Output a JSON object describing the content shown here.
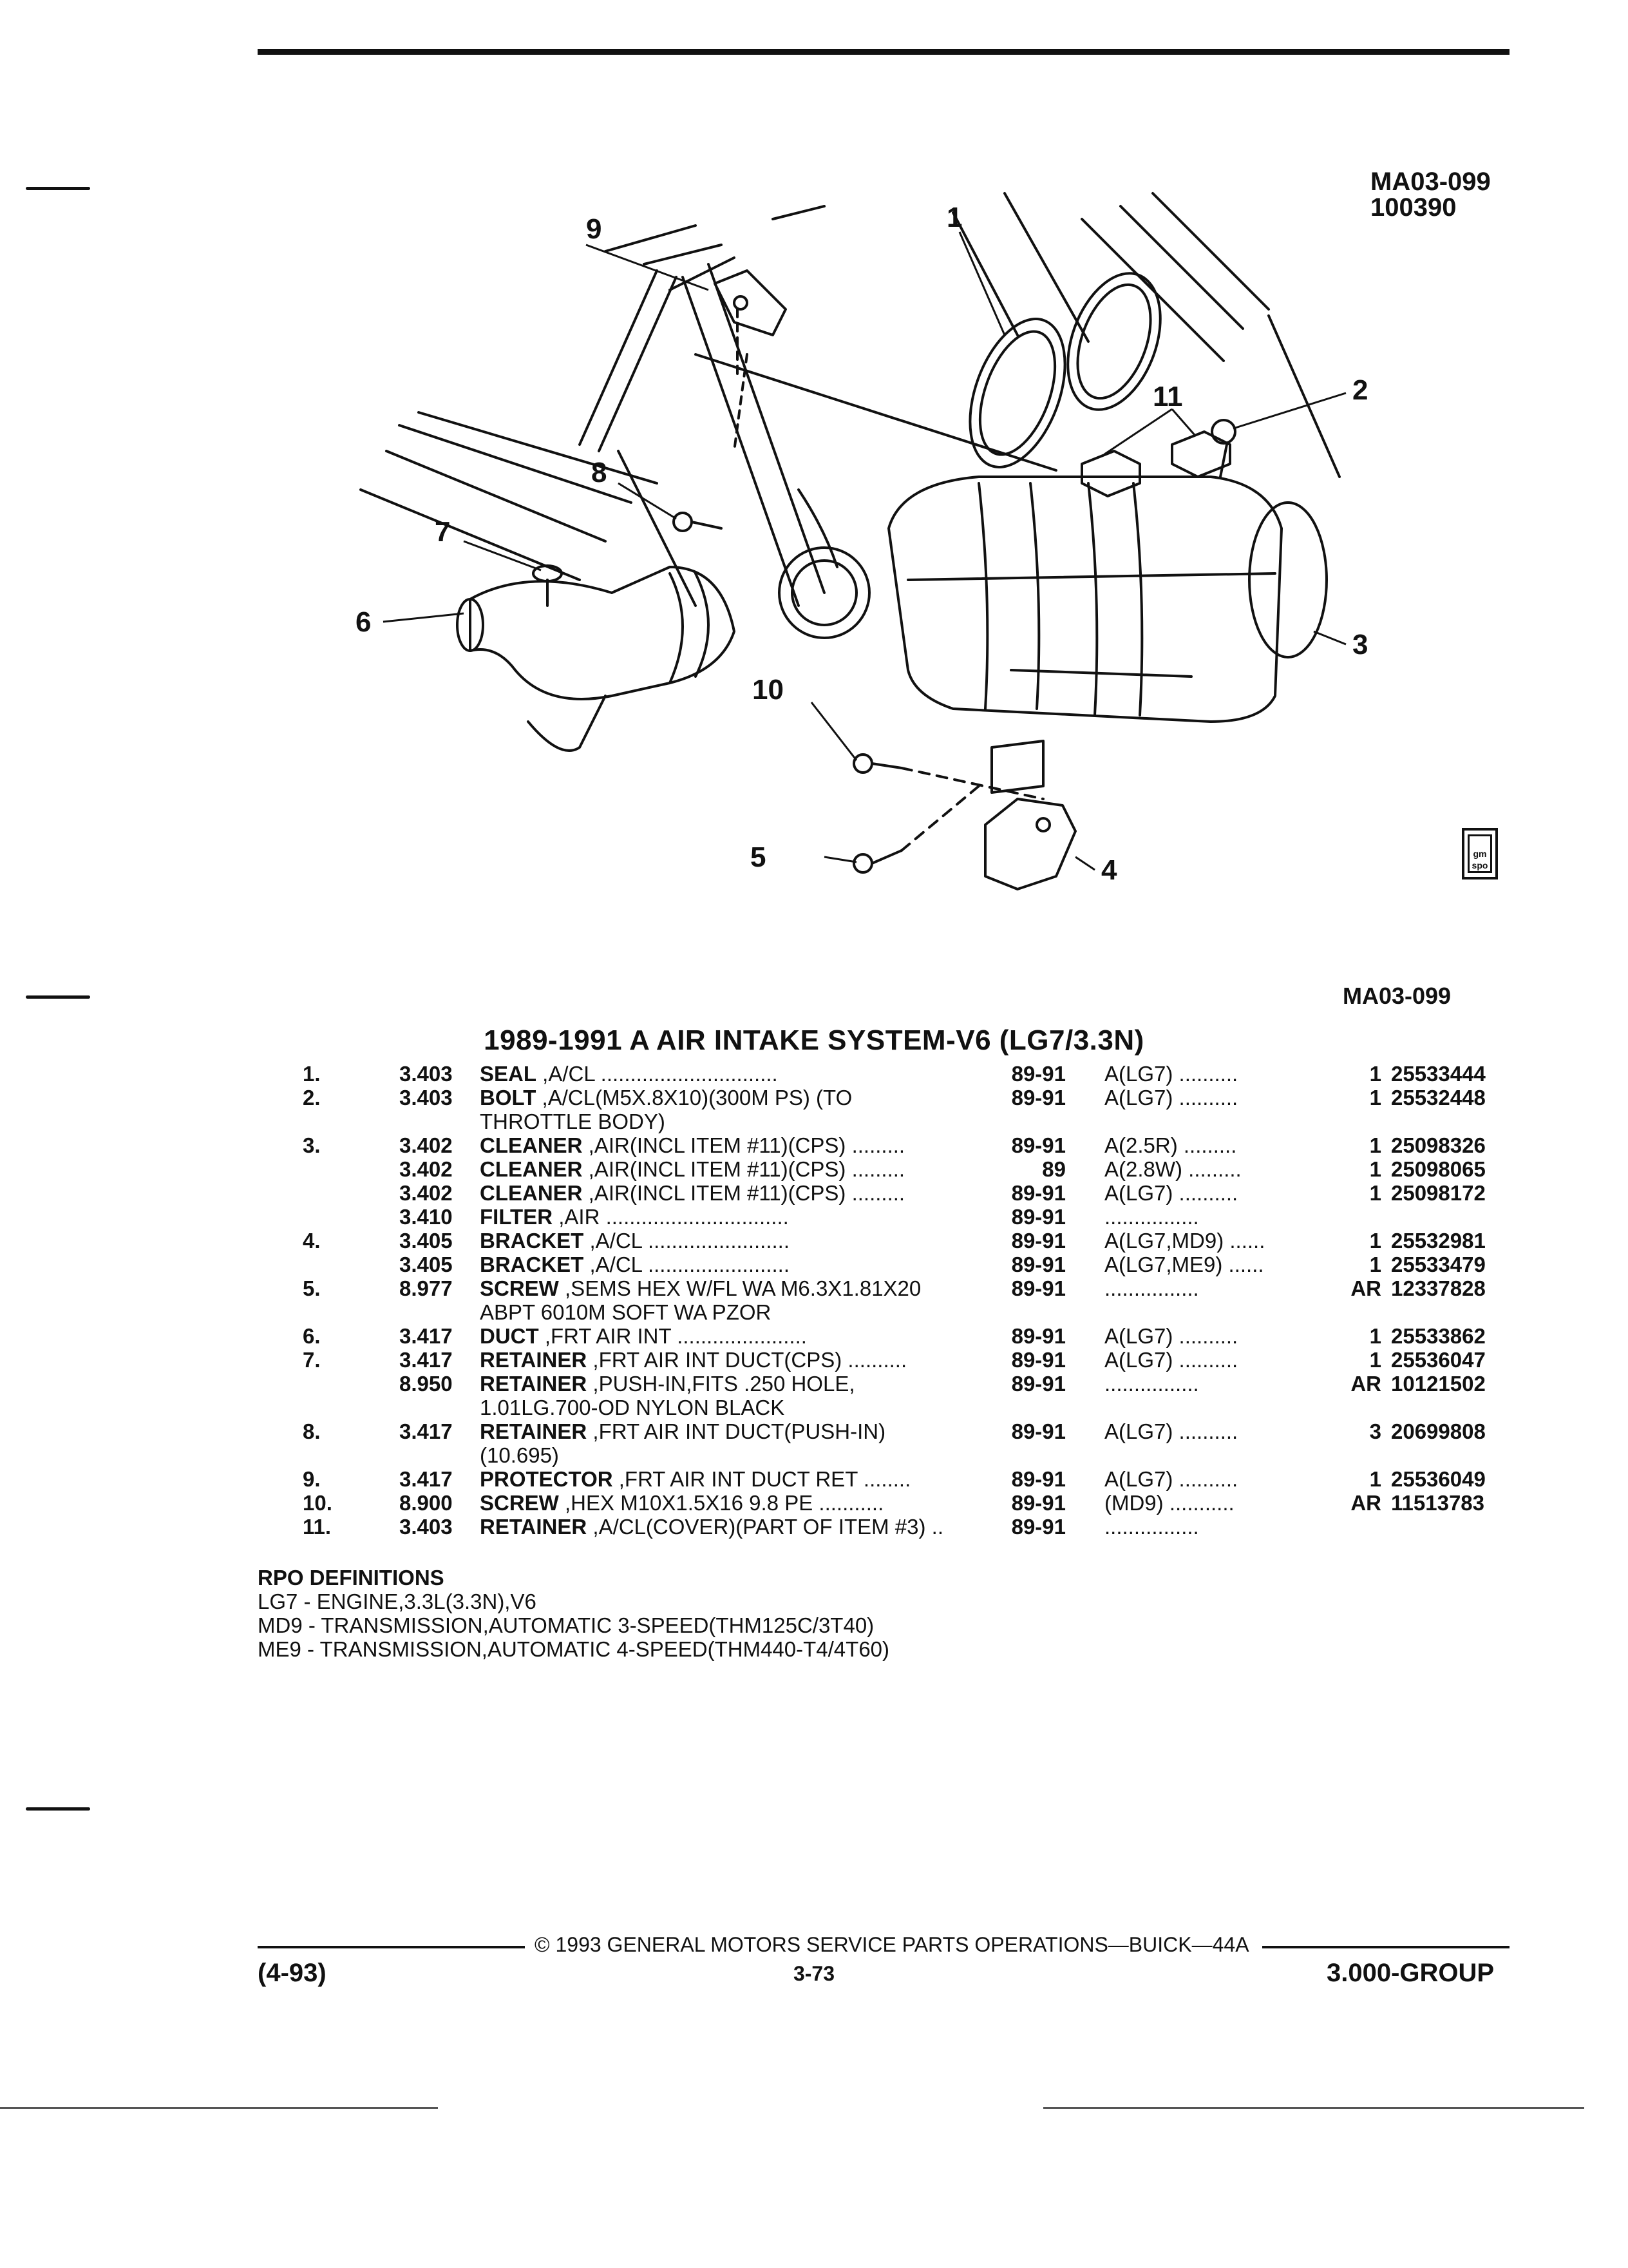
{
  "figure": {
    "id": "MA03-099",
    "date_code": "100390",
    "caption": "MA03-099",
    "callouts": [
      "1",
      "2",
      "3",
      "4",
      "5",
      "6",
      "7",
      "8",
      "9",
      "10",
      "11"
    ],
    "logo_text": "gm spo"
  },
  "title": "1989-1991 A AIR INTAKE SYSTEM-V6 (LG7/3.3N)",
  "parts": [
    {
      "item": "1.",
      "group": "3.403",
      "name": "SEAL",
      "desc": " ,A/CL ..............................",
      "years": "89-91",
      "usage": "A(LG7) ..........",
      "qty": "1",
      "part": "25533444"
    },
    {
      "item": "2.",
      "group": "3.403",
      "name": "BOLT",
      "desc": " ,A/CL(M5X.8X10)(300M PS) (TO",
      "years": "89-91",
      "usage": "A(LG7) ..........",
      "qty": "1",
      "part": "25532448"
    },
    {
      "item": "",
      "group": "",
      "name": "",
      "desc": "THROTTLE BODY)",
      "years": "",
      "usage": "",
      "qty": "",
      "part": ""
    },
    {
      "item": "3.",
      "group": "3.402",
      "name": "CLEANER",
      "desc": " ,AIR(INCL ITEM #11)(CPS) .........",
      "years": "89-91",
      "usage": "A(2.5R) .........",
      "qty": "1",
      "part": "25098326"
    },
    {
      "item": "",
      "group": "3.402",
      "name": "CLEANER",
      "desc": " ,AIR(INCL ITEM #11)(CPS) .........",
      "years": "89",
      "usage": "A(2.8W) .........",
      "qty": "1",
      "part": "25098065"
    },
    {
      "item": "",
      "group": "3.402",
      "name": "CLEANER",
      "desc": " ,AIR(INCL ITEM #11)(CPS) .........",
      "years": "89-91",
      "usage": "A(LG7) ..........",
      "qty": "1",
      "part": "25098172"
    },
    {
      "item": "",
      "group": "3.410",
      "name": "FILTER",
      "desc": " ,AIR ...............................",
      "years": "89-91",
      "usage": "................",
      "qty": "",
      "part": ""
    },
    {
      "item": "4.",
      "group": "3.405",
      "name": "BRACKET",
      "desc": " ,A/CL ........................",
      "years": "89-91",
      "usage": "A(LG7,MD9) ......",
      "qty": "1",
      "part": "25532981"
    },
    {
      "item": "",
      "group": "3.405",
      "name": "BRACKET",
      "desc": " ,A/CL ........................",
      "years": "89-91",
      "usage": "A(LG7,ME9) ......",
      "qty": "1",
      "part": "25533479"
    },
    {
      "item": "5.",
      "group": "8.977",
      "name": "SCREW",
      "desc": " ,SEMS HEX W/FL WA M6.3X1.81X20",
      "years": "89-91",
      "usage": "................",
      "qty": "AR",
      "part": "12337828"
    },
    {
      "item": "",
      "group": "",
      "name": "",
      "desc": "ABPT 6010M SOFT WA PZOR",
      "years": "",
      "usage": "",
      "qty": "",
      "part": ""
    },
    {
      "item": "6.",
      "group": "3.417",
      "name": "DUCT",
      "desc": " ,FRT AIR INT ......................",
      "years": "89-91",
      "usage": "A(LG7) ..........",
      "qty": "1",
      "part": "25533862"
    },
    {
      "item": "7.",
      "group": "3.417",
      "name": "RETAINER",
      "desc": " ,FRT AIR INT DUCT(CPS) ..........",
      "years": "89-91",
      "usage": "A(LG7) ..........",
      "qty": "1",
      "part": "25536047"
    },
    {
      "item": "",
      "group": "8.950",
      "name": "RETAINER",
      "desc": " ,PUSH-IN,FITS .250 HOLE,",
      "years": "89-91",
      "usage": "................",
      "qty": "AR",
      "part": "10121502"
    },
    {
      "item": "",
      "group": "",
      "name": "",
      "desc": "1.01LG.700-OD NYLON BLACK",
      "years": "",
      "usage": "",
      "qty": "",
      "part": ""
    },
    {
      "item": "8.",
      "group": "3.417",
      "name": "RETAINER",
      "desc": " ,FRT AIR INT DUCT(PUSH-IN)",
      "years": "89-91",
      "usage": "A(LG7) ..........",
      "qty": "3",
      "part": "20699808"
    },
    {
      "item": "",
      "group": "",
      "name": "",
      "desc": "(10.695)",
      "years": "",
      "usage": "",
      "qty": "",
      "part": ""
    },
    {
      "item": "9.",
      "group": "3.417",
      "name": "PROTECTOR",
      "desc": " ,FRT AIR INT DUCT RET ........",
      "years": "89-91",
      "usage": "A(LG7) ..........",
      "qty": "1",
      "part": "25536049"
    },
    {
      "item": "10.",
      "group": "8.900",
      "name": "SCREW",
      "desc": " ,HEX M10X1.5X16 9.8 PE ...........",
      "years": "89-91",
      "usage": "(MD9) ...........",
      "qty": "AR",
      "part": "11513783"
    },
    {
      "item": "11.",
      "group": "3.403",
      "name": "RETAINER",
      "desc": " ,A/CL(COVER)(PART OF ITEM #3) ..",
      "years": "89-91",
      "usage": "................",
      "qty": "",
      "part": ""
    }
  ],
  "rpo": {
    "heading": "RPO DEFINITIONS",
    "lines": [
      "LG7 - ENGINE,3.3L(3.3N),V6",
      "MD9 - TRANSMISSION,AUTOMATIC 3-SPEED(THM125C/3T40)",
      "ME9 - TRANSMISSION,AUTOMATIC 4-SPEED(THM440-T4/4T60)"
    ]
  },
  "footer": {
    "copyright": "© 1993 GENERAL MOTORS SERVICE PARTS OPERATIONS—BUICK—44A",
    "date": "(4-93)",
    "page": "3-73",
    "group": "3.000-GROUP"
  }
}
